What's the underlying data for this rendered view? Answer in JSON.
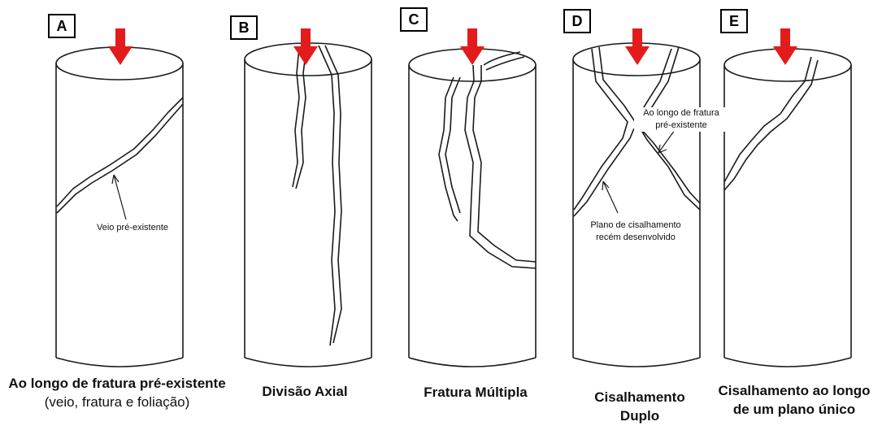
{
  "panels": [
    {
      "id": "A",
      "line1": "Ao longo de fratura pré-existente",
      "line2": "(veio, fratura e foliação)"
    },
    {
      "id": "B",
      "line1": "Divisão Axial",
      "line2": ""
    },
    {
      "id": "C",
      "line1": "Fratura Múltipla",
      "line2": ""
    },
    {
      "id": "D",
      "line1": "Cisalhamento",
      "line2": "Duplo"
    },
    {
      "id": "E",
      "line1": "Cisalhamento ao longo",
      "line2": "de um plano único"
    }
  ],
  "annotations": {
    "a_vein": "Veio pré-existente",
    "d_existing_1": "Ao longo de fratura",
    "d_existing_2": "pré-existente",
    "d_plane_1": "Plano de cisalhamento",
    "d_plane_2": "recém desenvolvido"
  },
  "colors": {
    "arrow": "#e31b1b",
    "stroke": "#1a1a1a"
  }
}
